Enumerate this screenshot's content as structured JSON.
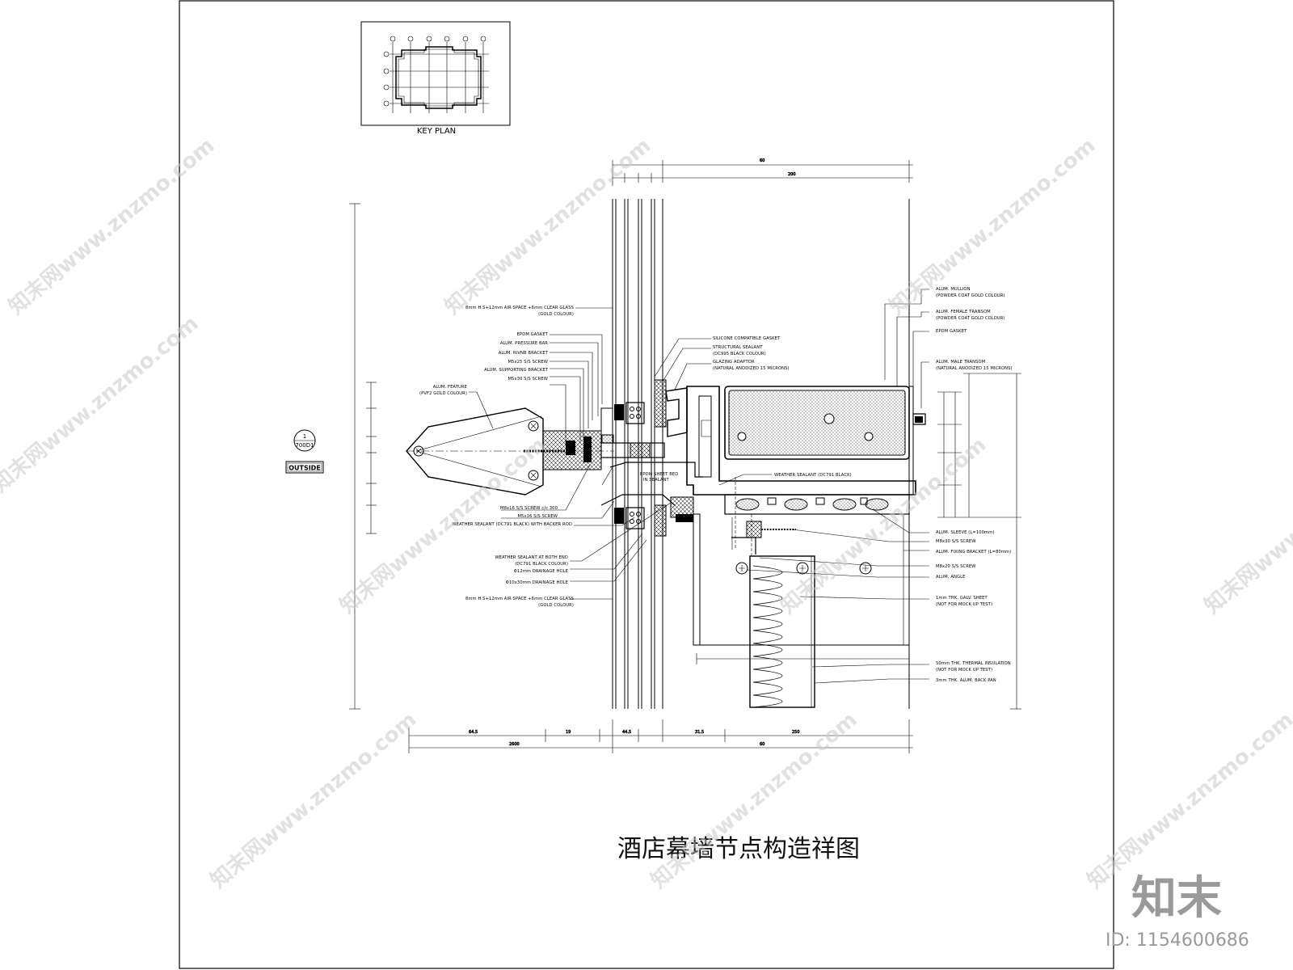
{
  "drawing_title": "酒店幕墙节点构造祥图",
  "key_plan": {
    "label": "KEY PLAN",
    "grid_tags_top": [
      "",
      "",
      "",
      "",
      "",
      ""
    ],
    "grid_tags_left": [
      "",
      "",
      "",
      ""
    ]
  },
  "section_tag": {
    "number": "1",
    "sheet": "700D1"
  },
  "outside_label": "OUTSIDE",
  "callouts_left": [
    "8mm H.S+12mm AIR SPACE +6mm CLEAR GLASS",
    "(GOLD COLOUR)",
    "EPDM GASKET",
    "ALUM. PRESSURE BAR",
    "ALUM. RIVNB BRACKET",
    "M5x25 S/S SCREW",
    "ALUM. SUPPORTING BRACKET",
    "M5x30 S/S SCREW",
    "ALUM. FEATURE",
    "(PVF2 GOLD COLOUR)",
    "M8x16 S/S SCREW c/c 300",
    "M5x16 S/S SCREW",
    "WEATHER SEALANT (DC791 BLACK) WITH BACKER ROD",
    "WEATHER SEALANT AT BOTH END",
    "(DC791 BLACK COLOUR)",
    "Φ12mm DRAINAGE HOLE",
    "Φ10x30mm DRAINAGE HOLE",
    "8mm H.S+12mm AIR SPACE +6mm CLEAR GLASS",
    "(GOLD COLOUR)"
  ],
  "callouts_center": [
    "SILICONE COMPATIBLE GASKET",
    "STRUCTURAL SEALANT",
    "(DC995 BLACK COLOUR)",
    "GLAZING ADAPTOR",
    "(NATURAL ANODIZED 15 MICRONS)",
    "EPDM SHEET BED",
    "IN SEALANT",
    "WEATHER SEALANT (DC791 BLACK)"
  ],
  "callouts_right": [
    "ALUM. MULLION",
    "(POWDER COAT GOLD COLOUR)",
    "ALUM. FEMALE TRANSOM",
    "(POWDER COAT GOLD COLOUR)",
    "EPDM GASKET",
    "ALUM. MALE TRANSOM",
    "(NATURAL ANODIZED 15 MICRONS)",
    "ALUM. SLEEVE (L=100mm)",
    "M8x30 S/S SCREW",
    "ALUM. FIXING BRACKET (L=80mm)",
    "M8x20 S/S SCREW",
    "ALUM. ANGLE",
    "1mm THK. GALV. SHEET",
    "(NOT FOR MOCK UP TEST)",
    "50mm THK. THERMAL INSULATION",
    "(NOT FOR MOCK UP TEST)",
    "3mm THK. ALUM. BACK PAN"
  ],
  "watermarks": [
    "知末网www.znzmo.com"
  ],
  "brand_logo": "知末",
  "id_text": "ID: 1154600686"
}
